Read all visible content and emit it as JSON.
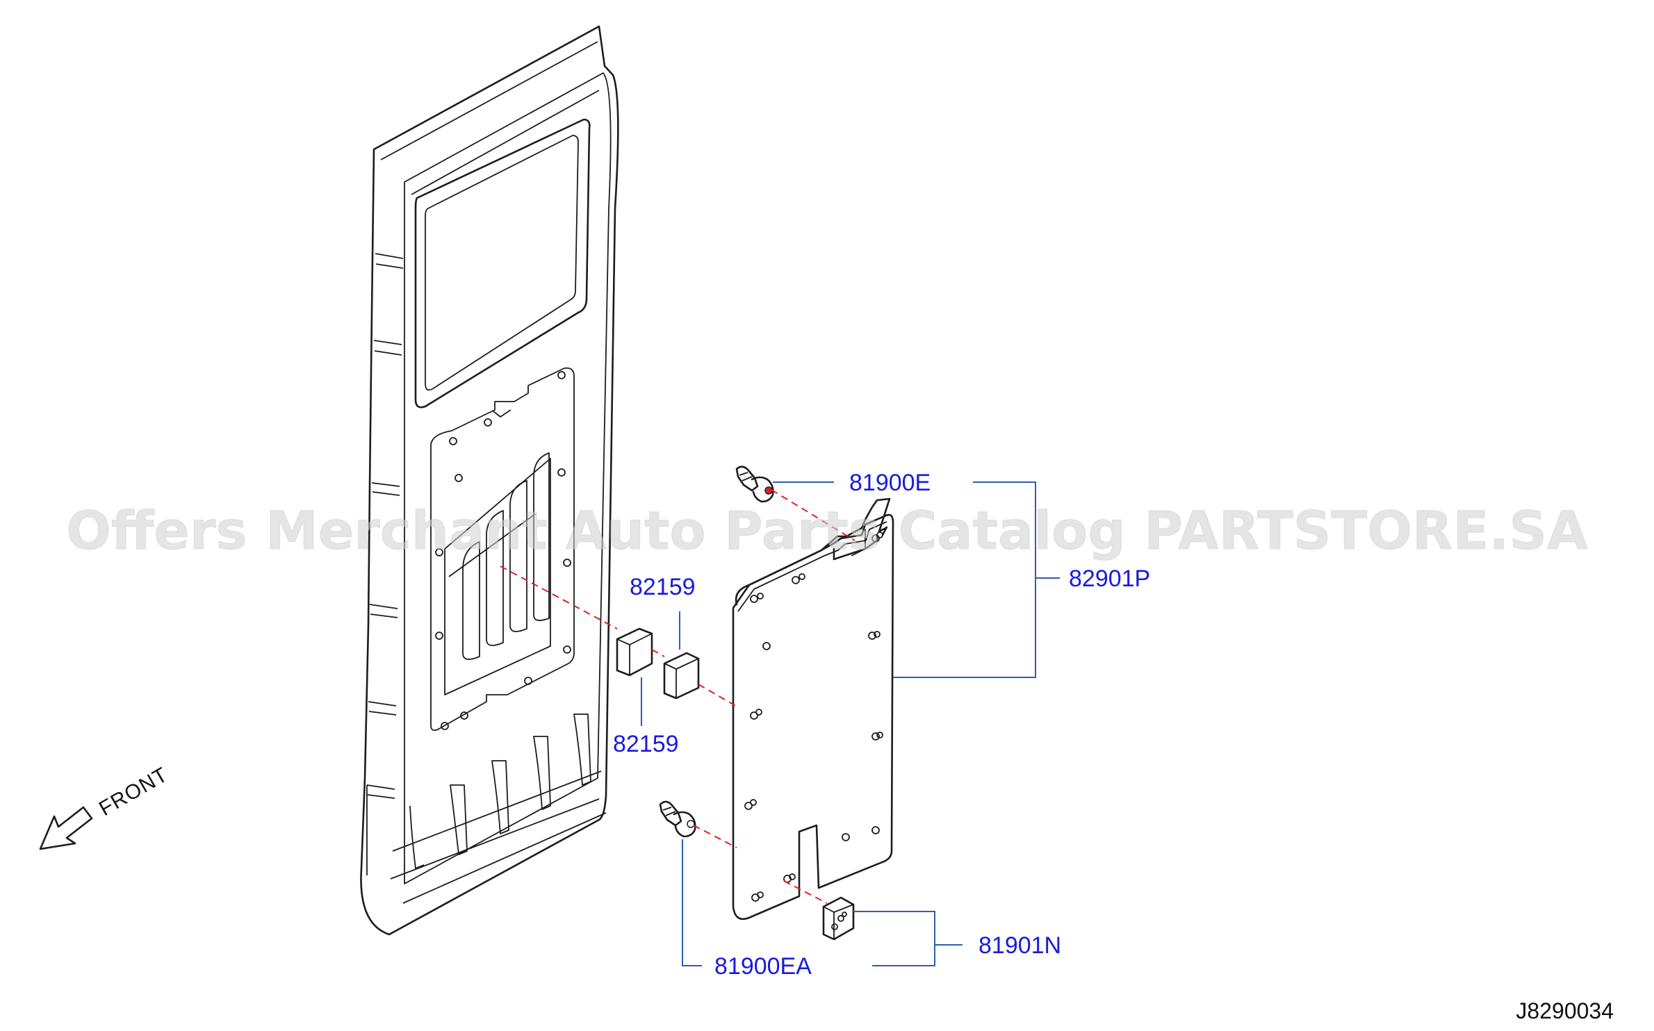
{
  "diagram": {
    "drawing_code": "J8290034",
    "direction_label": "FRONT",
    "watermark": "Offers Merchant Auto Parts Catalog PARTSTORE.SA",
    "parts": [
      {
        "id": "p-81900e",
        "label": "81900E"
      },
      {
        "id": "p-82901p",
        "label": "82901P"
      },
      {
        "id": "p-82159-a",
        "label": "82159"
      },
      {
        "id": "p-82159-b",
        "label": "82159"
      },
      {
        "id": "p-81901n",
        "label": "81901N"
      },
      {
        "id": "p-81900ea",
        "label": "81900EA"
      }
    ],
    "colors": {
      "line_art": "#1c1c1c",
      "part_label": "#1a1adf",
      "leader_line": "#2b5db3",
      "alignment_dash": "#e02020",
      "watermark": "#cfcfcf"
    }
  }
}
